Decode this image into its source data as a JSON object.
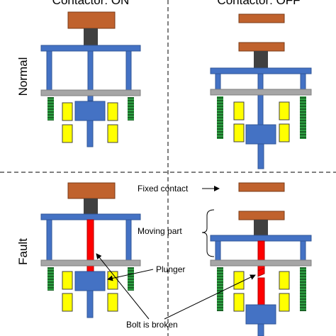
{
  "headers": {
    "on": "Contactor: ON",
    "off": "Contactor: OFF"
  },
  "rows": {
    "normal": "Normal",
    "fault": "Fault"
  },
  "annotations": {
    "fixed_contact": "Fixed contact",
    "moving_part": "Moving part",
    "plunger": "Plunger",
    "bolt_broken": "Bolt is broken"
  },
  "colors": {
    "contact": "#c0622d",
    "stem": "#404040",
    "frame": "#4472c4",
    "frame_edge": "#2f5597",
    "plate": "#a6a6a6",
    "spring": "#2ea043",
    "coil": "#ffff00",
    "bolt": "#ff0000",
    "arrow": "#000000"
  }
}
